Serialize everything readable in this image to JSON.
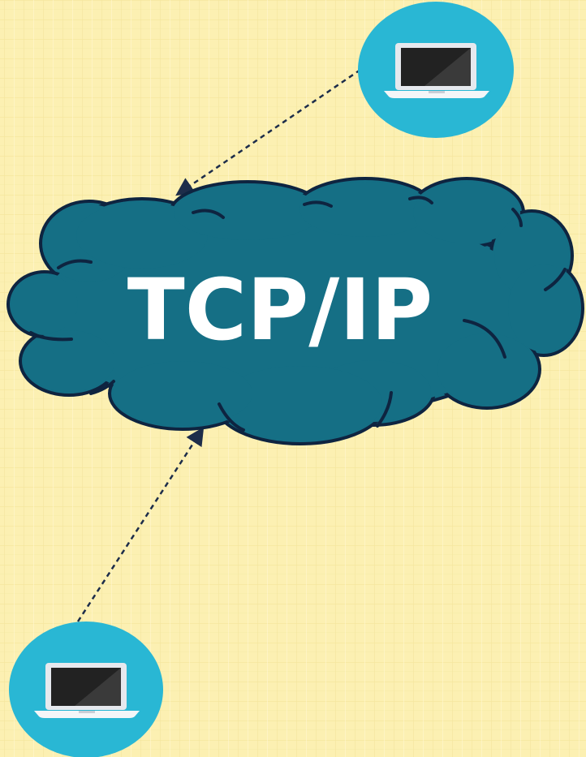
{
  "diagram": {
    "cloud_label": "TCP/IP",
    "nodes": [
      {
        "id": "laptop-top",
        "icon": "laptop-icon"
      },
      {
        "id": "laptop-bottom",
        "icon": "laptop-icon"
      }
    ],
    "edges": [
      {
        "from": "laptop-top",
        "to": "cloud",
        "style": "dashed",
        "arrow": "end"
      },
      {
        "from": "laptop-bottom",
        "to": "cloud",
        "style": "dashed",
        "arrow": "end"
      }
    ]
  },
  "colors": {
    "background": "#FCF0B2",
    "cloud_fill": "#156F85",
    "cloud_stroke": "#0E2440",
    "cloud_text": "#FFFFFF",
    "node_circle": "#29B7D4",
    "laptop_body": "#E6E9EE",
    "laptop_screen": "#222222",
    "connector": "#1D2D4A"
  }
}
